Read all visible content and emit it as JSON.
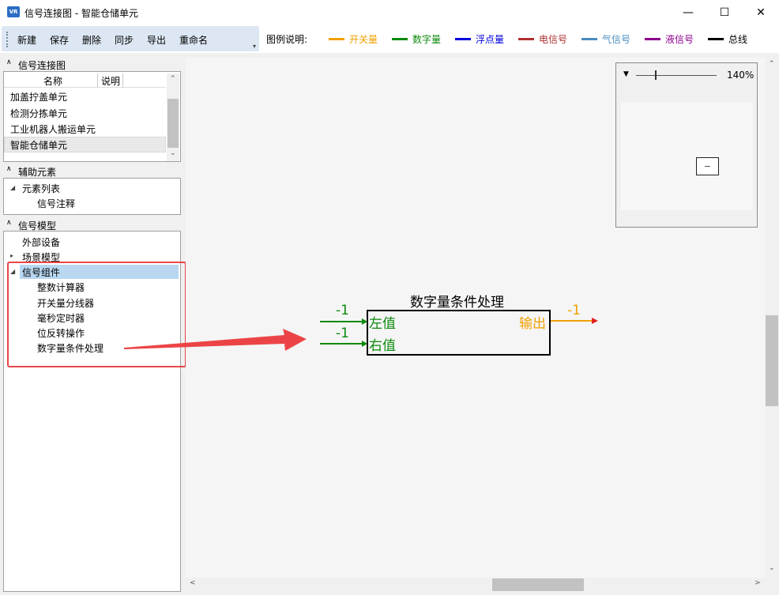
{
  "window": {
    "icon_text": "VR",
    "title": "信号连接图 - 智能仓储单元",
    "minimize_glyph": "—",
    "maximize_glyph": "☐",
    "close_glyph": "✕"
  },
  "toolbar": {
    "buttons": [
      "新建",
      "保存",
      "删除",
      "同步",
      "导出",
      "重命名"
    ],
    "legend_title": "图例说明:",
    "legend": [
      {
        "label": "开关量",
        "color": "#f0a000"
      },
      {
        "label": "数字量",
        "color": "#0b8a0b"
      },
      {
        "label": "浮点量",
        "color": "#0000dd"
      },
      {
        "label": "电信号",
        "color": "#b03030"
      },
      {
        "label": "气信号",
        "color": "#4a8cc0"
      },
      {
        "label": "液信号",
        "color": "#8b008b"
      },
      {
        "label": "总线",
        "color": "#000000"
      }
    ]
  },
  "sections": {
    "signal_diagram": "信号连接图",
    "aux_elements": "辅助元素",
    "signal_model": "信号模型"
  },
  "diagram_list": {
    "columns": [
      "名称",
      "说明"
    ],
    "items": [
      "加盖拧盖单元",
      "检测分拣单元",
      "工业机器人搬运单元",
      "智能仓储单元"
    ]
  },
  "aux_tree": {
    "group": "元素列表",
    "child": "信号注释"
  },
  "model_tree": {
    "items": [
      "外部设备",
      "场景模型",
      "信号组件"
    ],
    "children": [
      "整数计算器",
      "开关量分线器",
      "毫秒定时器",
      "位反转操作",
      "数字量条件处理"
    ]
  },
  "minimap": {
    "zoom": "140%"
  },
  "block": {
    "title": "数字量条件处理",
    "in1_label": "左值",
    "in2_label": "右值",
    "out_label": "输出",
    "in1_value": "-1",
    "in2_value": "-1",
    "out_value": "-1",
    "digital_color": "#0b8a0b",
    "switch_color": "#f0a000"
  }
}
